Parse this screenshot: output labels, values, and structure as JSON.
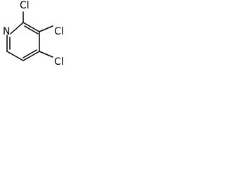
{
  "molecule": {
    "atoms": {
      "n": "N",
      "cl_2": "Cl",
      "cl_3": "Cl",
      "cl_4": "Cl"
    },
    "colors": {
      "ink": "#000000",
      "background": "#ffffff"
    }
  }
}
